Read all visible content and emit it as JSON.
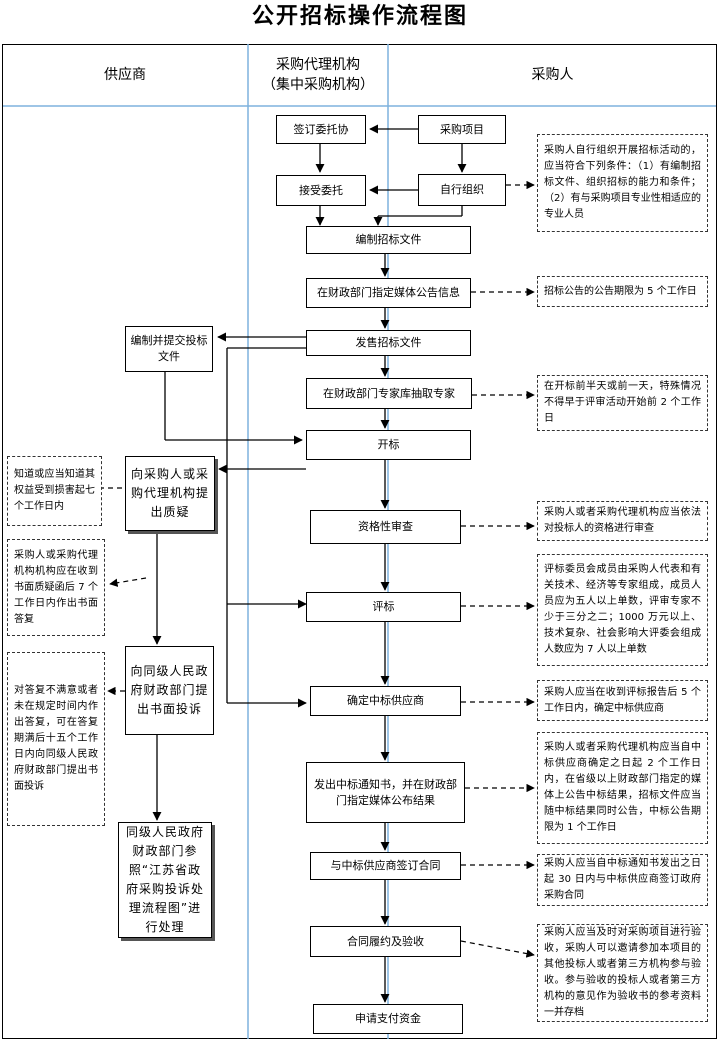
{
  "title": "公开招标操作流程图",
  "lanes": {
    "supplier": "供应商",
    "agency_line1": "采购代理机构",
    "agency_line2": "（集中采购机构）",
    "purchaser": "采购人"
  },
  "nodes": {
    "sign_entrust": "签订委托协",
    "purchase_project": "采购项目",
    "accept_entrust": "接受委托",
    "self_organize": "自行组织",
    "prepare_docs": "编制招标文件",
    "publish_notice": "在财政部门指定媒体公告信息",
    "prepare_bid": "编制并提交投标文件",
    "sell_docs": "发售招标文件",
    "draw_experts": "在财政部门专家库抽取专家",
    "open_bid": "开标",
    "question": "向采购人或采购代理机构提出质疑",
    "qualification": "资格性审查",
    "evaluate": "评标",
    "complaint": "向同级人民政府财政部门提出书面投诉",
    "determine_winner": "确定中标供应商",
    "notify_publish": "发出中标通知书，并在财政部门指定媒体公布结果",
    "complaint_process": "同级人民政府财政部门参照“江苏省政府采购投诉处理流程图”进行处理",
    "sign_contract": "与中标供应商签订合同",
    "perform_accept": "合同履约及验收",
    "apply_payment": "申请支付资金"
  },
  "notes": {
    "self_org_conditions": "采购人自行组织开展招标活动的，应当符合下列条件：（1）有编制招标文件、组织招标的能力和条件；（2）有与采购项目专业性相适应的专业人员",
    "notice_period": "招标公告的公告期限为 5 个工作日",
    "expert_draw_time": "在开标前半天或前一天，特殊情况不得早于评审活动开始前 2 个工作日",
    "question_deadline": "知道或应当知道其权益受到损害起七个工作日内",
    "qualification_review": "采购人或者采购代理机构应当依法对投标人的资格进行审查",
    "reply_deadline": "采购人或采购代理机构机构应在收到书面质疑函后 7 个工作日内作出书面答复",
    "committee": "评标委员会成员由采购人代表和有关技术、经济等专家组成，成员人员应为五人以上单数，评审专家不少于三分之二；1000 万元以上、技术复杂、社会影响大评委会组成人数应为 7 人以上单数",
    "complaint_deadline": "对答复不满意或者未在规定时间内作出答复，可在答复期满后十五个工作日内向同级人民政府财政部门提出书面投诉",
    "determine_deadline": "采购人应当在收到评标报告后 5 个工作日内，确定中标供应商",
    "announce_result": "采购人或者采购代理机构应当自中标供应商确定之日起 2 个工作日内，在省级以上财政部门指定的媒体上公告中标结果，招标文件应当随中标结果同时公告，中标公告期限为 1 个工作日",
    "contract_deadline": "采购人应当自中标通知书发出之日起 30 日内与中标供应商签订政府采购合同",
    "acceptance": "采购人应当及时对采购项目进行验收，采购人可以邀请参加本项目的其他投标人或者第三方机构参与验收。参与验收的投标人或者第三方机构的意见作为验收书的参考资料一并存档"
  },
  "colors": {
    "lane_divider": "#7fb2dd",
    "line": "#000000"
  }
}
